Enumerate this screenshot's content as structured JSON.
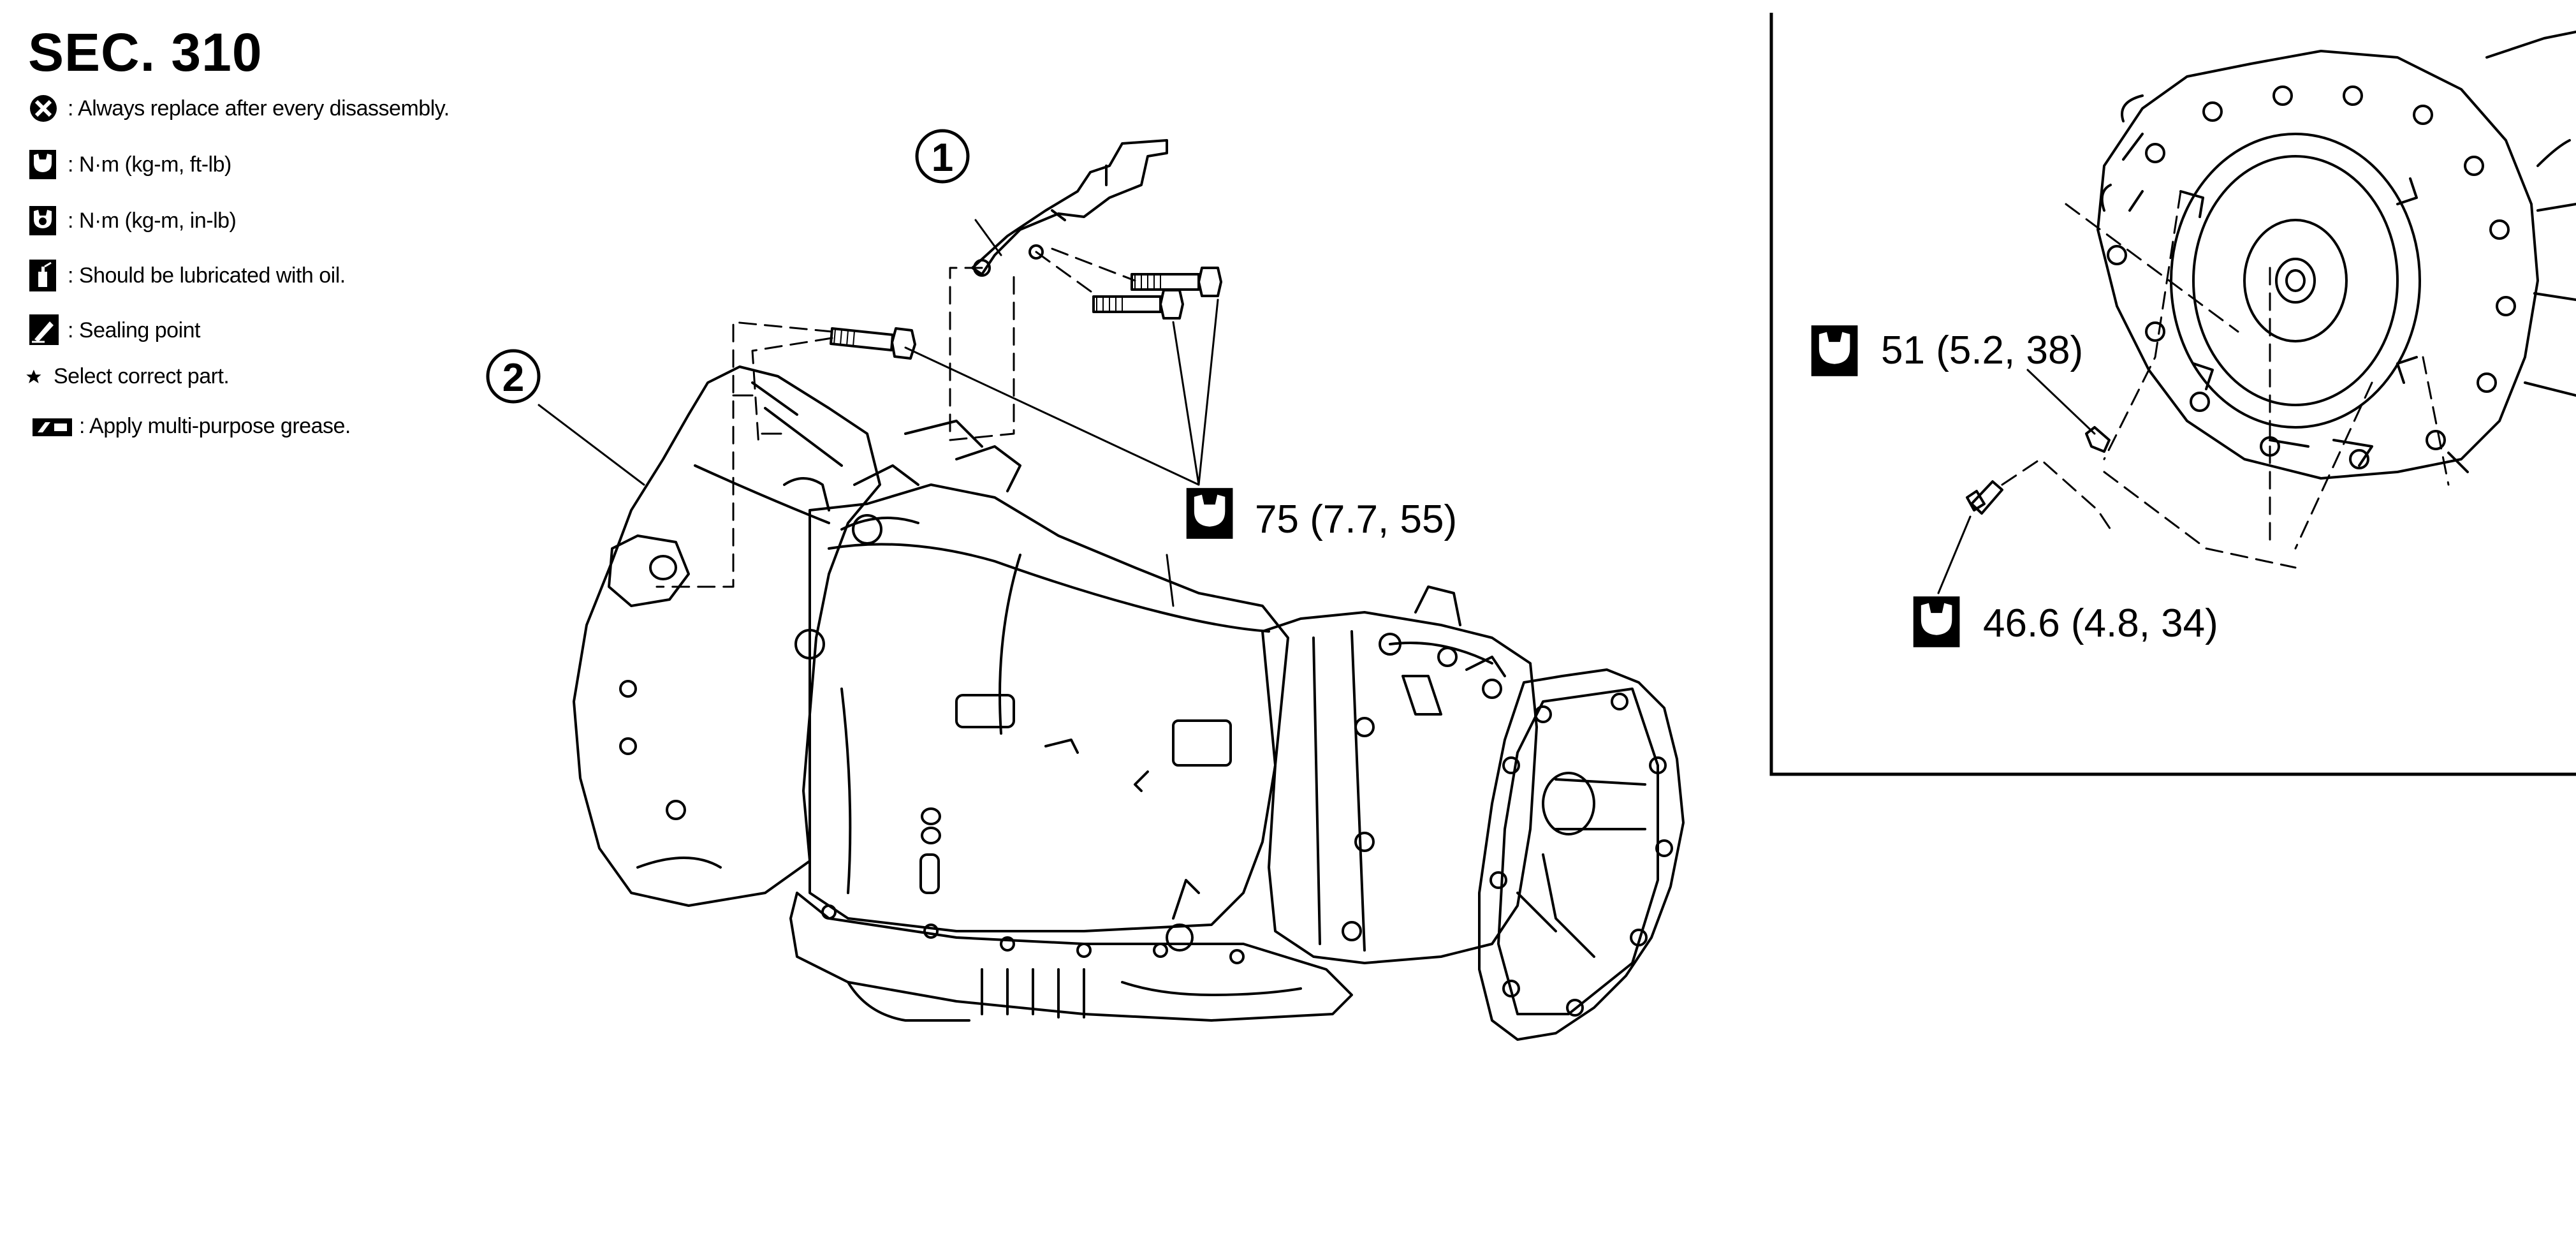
{
  "title": "SEC. 310",
  "legend": [
    {
      "icon": "replace-icon",
      "text": ": Always replace after every disassembly."
    },
    {
      "icon": "torque-ftlb-icon",
      "text": ": N·m (kg-m, ft-lb)"
    },
    {
      "icon": "torque-inlb-icon",
      "text": ": N·m (kg-m, in-lb)"
    },
    {
      "icon": "oil-can-icon",
      "text": ": Should be lubricated with oil."
    },
    {
      "icon": "sealing-icon",
      "text": ": Sealing point"
    },
    {
      "icon": "star-icon",
      "text": "Select correct part."
    },
    {
      "icon": "grease-icon",
      "text": ": Apply multi-purpose grease."
    }
  ],
  "callouts": {
    "one": "1",
    "two": "2"
  },
  "torques": {
    "bracket_bolts": "75 (7.7, 55)",
    "upper_bolt": "51 (5.2, 38)",
    "lower_bolt": "46.6 (4.8, 34)"
  }
}
